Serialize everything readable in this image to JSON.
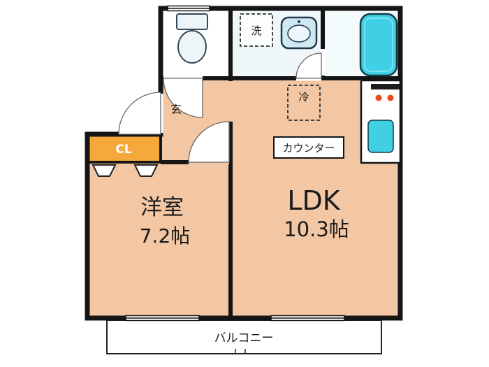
{
  "labels": {
    "western_room_name": "洋室",
    "western_room_size": "7.2帖",
    "ldk_name": "LDK",
    "ldk_size": "10.3帖",
    "balcony": "バルコニー",
    "closet": "CL",
    "entrance": "玄",
    "laundry": "洗",
    "refrigerator": "冷",
    "counter": "カウンター"
  },
  "colors": {
    "floor": "#f3c7a3",
    "closet_fill": "#f5a83c",
    "water": "#3fd0e6",
    "washroom_floor": "#f0f7fa",
    "bathroom_floor": "#f2fafc",
    "wall": "#151515"
  }
}
